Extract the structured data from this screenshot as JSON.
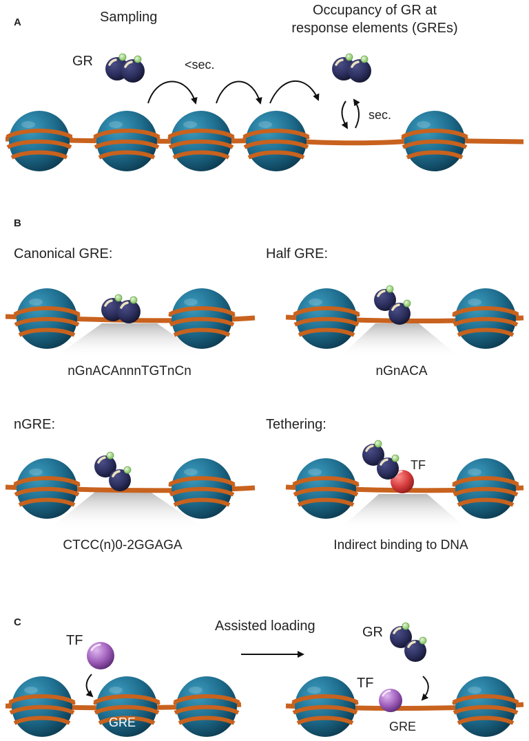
{
  "panels": {
    "a": {
      "letter": "A",
      "sampling": "Sampling",
      "occupancy_line1": "Occupancy of GR at",
      "occupancy_line2": "response elements (GREs)",
      "gr": "GR",
      "fast": "<sec.",
      "slow": "sec."
    },
    "b": {
      "letter": "B",
      "canonical": {
        "title": "Canonical GRE:",
        "sequence": "nGnACAnnnTGTnCn"
      },
      "half": {
        "title": "Half GRE:",
        "sequence": "nGnACA"
      },
      "ngre": {
        "title": "nGRE:",
        "sequence": "CTCC(n)0-2GGAGA"
      },
      "tethering": {
        "title": "Tethering:",
        "tf": "TF",
        "caption": "Indirect binding to DNA"
      }
    },
    "c": {
      "letter": "C",
      "assisted": "Assisted loading",
      "tf_left": "TF",
      "gre_left": "GRE",
      "gr": "GR",
      "tf_right": "TF",
      "gre_right": "GRE"
    }
  },
  "colors": {
    "nucleosome": "#1e6d8e",
    "dna": "#c8621e",
    "gr_dimer": "#2c2f5e",
    "ligand": "#a8d88a",
    "tf_red": "#d33a3a",
    "tf_purple": "#9c5bb8"
  },
  "icons": [
    "nucleosome-icon",
    "gr-dimer-icon",
    "tf-icon",
    "arrow-icon"
  ]
}
